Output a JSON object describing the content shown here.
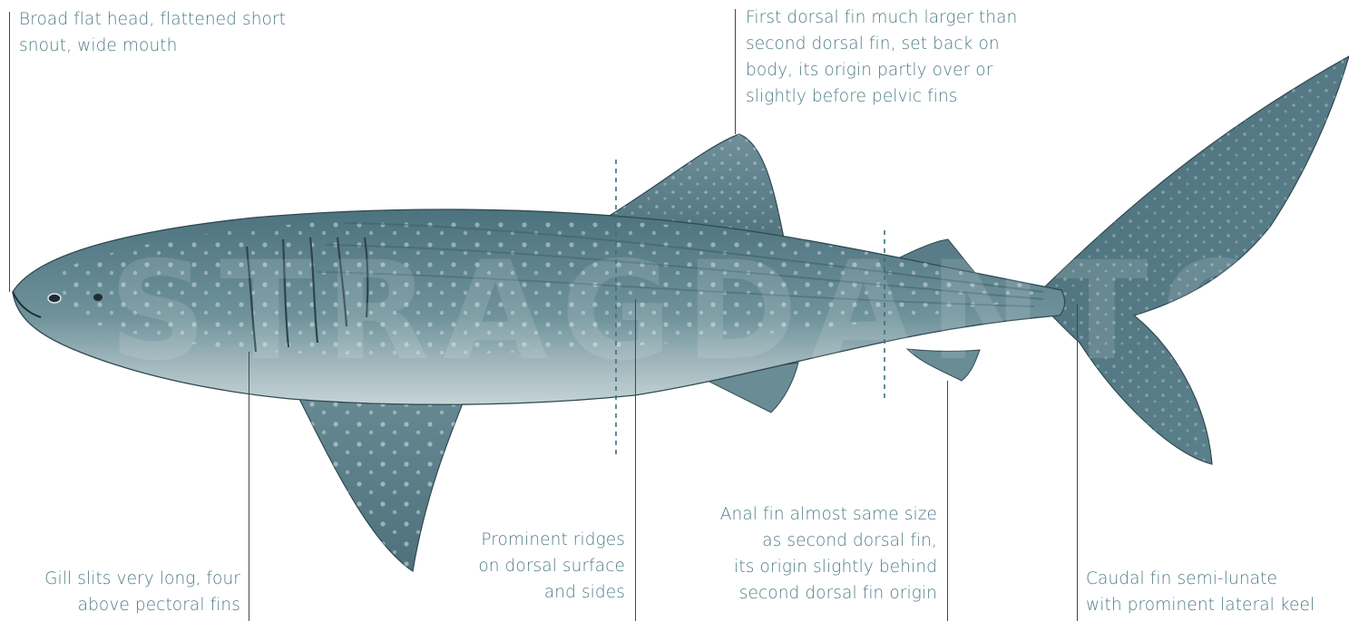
{
  "annotations": {
    "head": [
      "Broad flat head, flattened short",
      "snout, wide mouth"
    ],
    "dorsal": [
      "First dorsal fin much larger than",
      "second dorsal fin, set back on",
      "body, its origin partly over or",
      "slightly before pelvic fins"
    ],
    "gills": [
      "Gill slits very long, four",
      "above pectoral fins"
    ],
    "ridges": [
      "Prominent ridges",
      "on dorsal surface",
      "and sides"
    ],
    "anal": [
      "Anal fin almost same size",
      "as second dorsal fin,",
      "its origin slightly behind",
      "second dorsal fin origin"
    ],
    "caudal": [
      "Caudal fin semi-lunate",
      "with prominent lateral keel"
    ]
  },
  "watermark": "STRAGDANTO",
  "colors": {
    "label_text": "#4e7c85",
    "body_dark": "#587d88",
    "belly": "#a9bec3",
    "spots": "#d8e6e8",
    "dashed_marker": "#3b6f80"
  }
}
